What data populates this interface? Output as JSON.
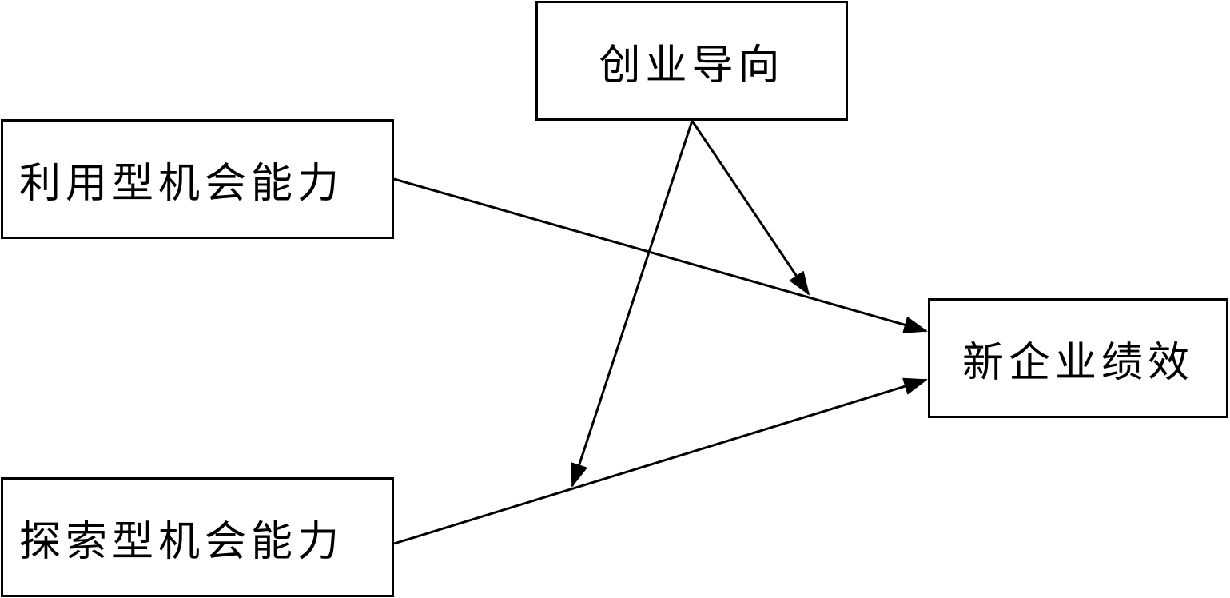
{
  "diagram": {
    "nodes": {
      "entrepreneurial_orientation": "创业导向",
      "exploitative_opportunity_capability": "利用型机会能力",
      "exploratory_opportunity_capability": "探索型机会能力",
      "new_venture_performance": "新企业绩效"
    },
    "edges": [
      {
        "from": "exploitative_opportunity_capability",
        "to": "new_venture_performance",
        "type": "direct-effect"
      },
      {
        "from": "exploratory_opportunity_capability",
        "to": "new_venture_performance",
        "type": "direct-effect"
      },
      {
        "from": "entrepreneurial_orientation",
        "to": "exploitative_opportunity_capability",
        "type": "moderation"
      },
      {
        "from": "entrepreneurial_orientation",
        "to": "exploratory_opportunity_capability",
        "type": "moderation"
      }
    ],
    "colors": {
      "line": "#000000",
      "box_border": "#000000",
      "background": "#ffffff"
    }
  }
}
